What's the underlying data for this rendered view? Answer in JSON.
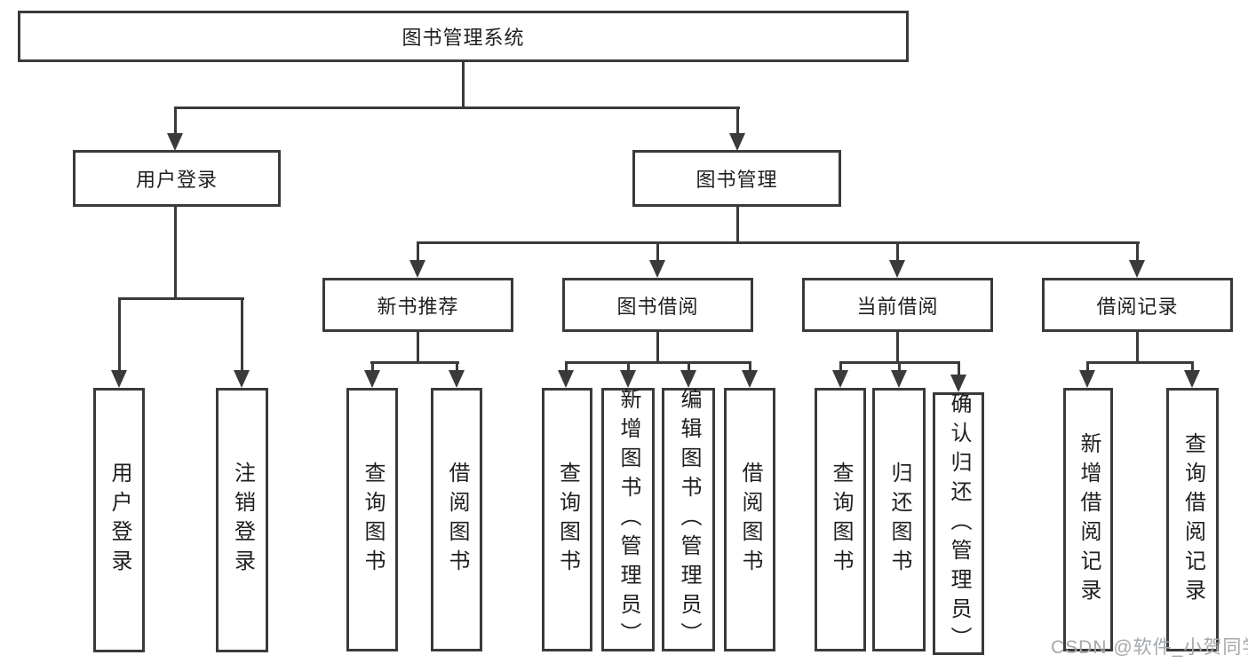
{
  "tree": {
    "label": "图书管理系统",
    "children": [
      {
        "label": "用户登录",
        "children": [
          {
            "label": "用户登录"
          },
          {
            "label": "注销登录"
          }
        ]
      },
      {
        "label": "图书管理",
        "children": [
          {
            "label": "新书推荐",
            "children": [
              {
                "label": "查询图书"
              },
              {
                "label": "借阅图书"
              }
            ]
          },
          {
            "label": "图书借阅",
            "children": [
              {
                "label": "查询图书"
              },
              {
                "label": "新增图书（管理员）"
              },
              {
                "label": "编辑图书（管理员）"
              },
              {
                "label": "借阅图书"
              }
            ]
          },
          {
            "label": "当前借阅",
            "children": [
              {
                "label": "查询图书"
              },
              {
                "label": "归还图书"
              },
              {
                "label": "确认归还（管理员）"
              }
            ]
          },
          {
            "label": "借阅记录",
            "children": [
              {
                "label": "新增借阅记录"
              },
              {
                "label": "查询借阅记录"
              }
            ]
          }
        ]
      }
    ]
  },
  "watermark": {
    "text": "CSDN @软件_小贺同学"
  },
  "colors": {
    "line": "#3a3a3a",
    "box_border": "#3a3a3a",
    "box_fill": "#ffffff",
    "text": "#1f1f1f",
    "watermark": "#a4a8ac",
    "background": "#ffffff"
  }
}
